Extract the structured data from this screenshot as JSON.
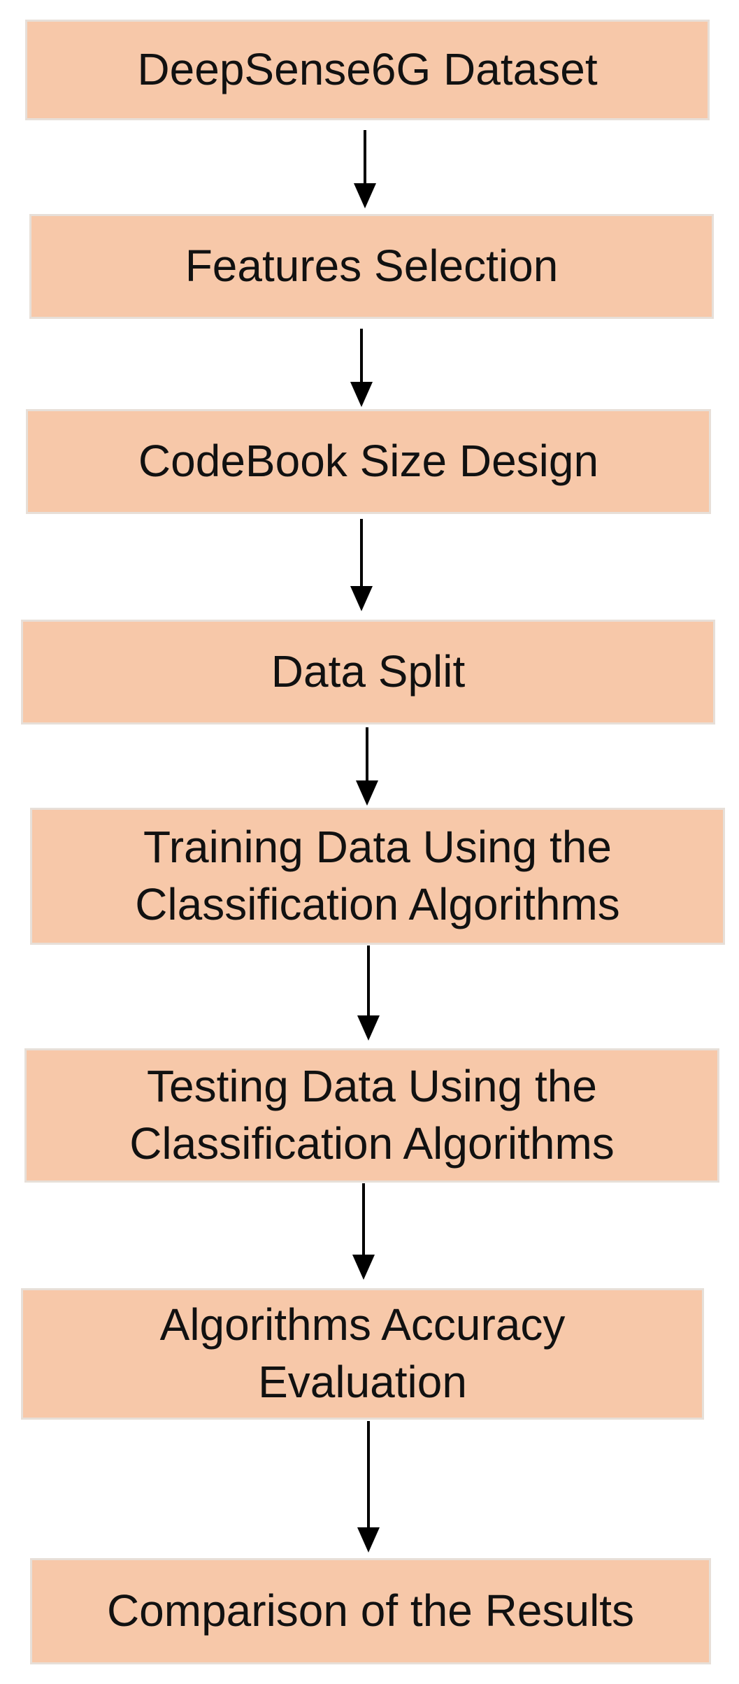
{
  "steps": [
    {
      "label": "DeepSense6G Dataset"
    },
    {
      "label": "Features Selection"
    },
    {
      "label": "CodeBook Size Design"
    },
    {
      "label": "Data Split"
    },
    {
      "label": "Training Data Using the\nClassification Algorithms"
    },
    {
      "label": "Testing Data Using the\nClassification Algorithms"
    },
    {
      "label": "Algorithms Accuracy\nEvaluation"
    },
    {
      "label": "Comparison of the Results"
    }
  ],
  "colors": {
    "box_fill": "#f7c8a9",
    "box_border": "#e7dfd8",
    "arrow": "#000000",
    "text": "#111111"
  }
}
